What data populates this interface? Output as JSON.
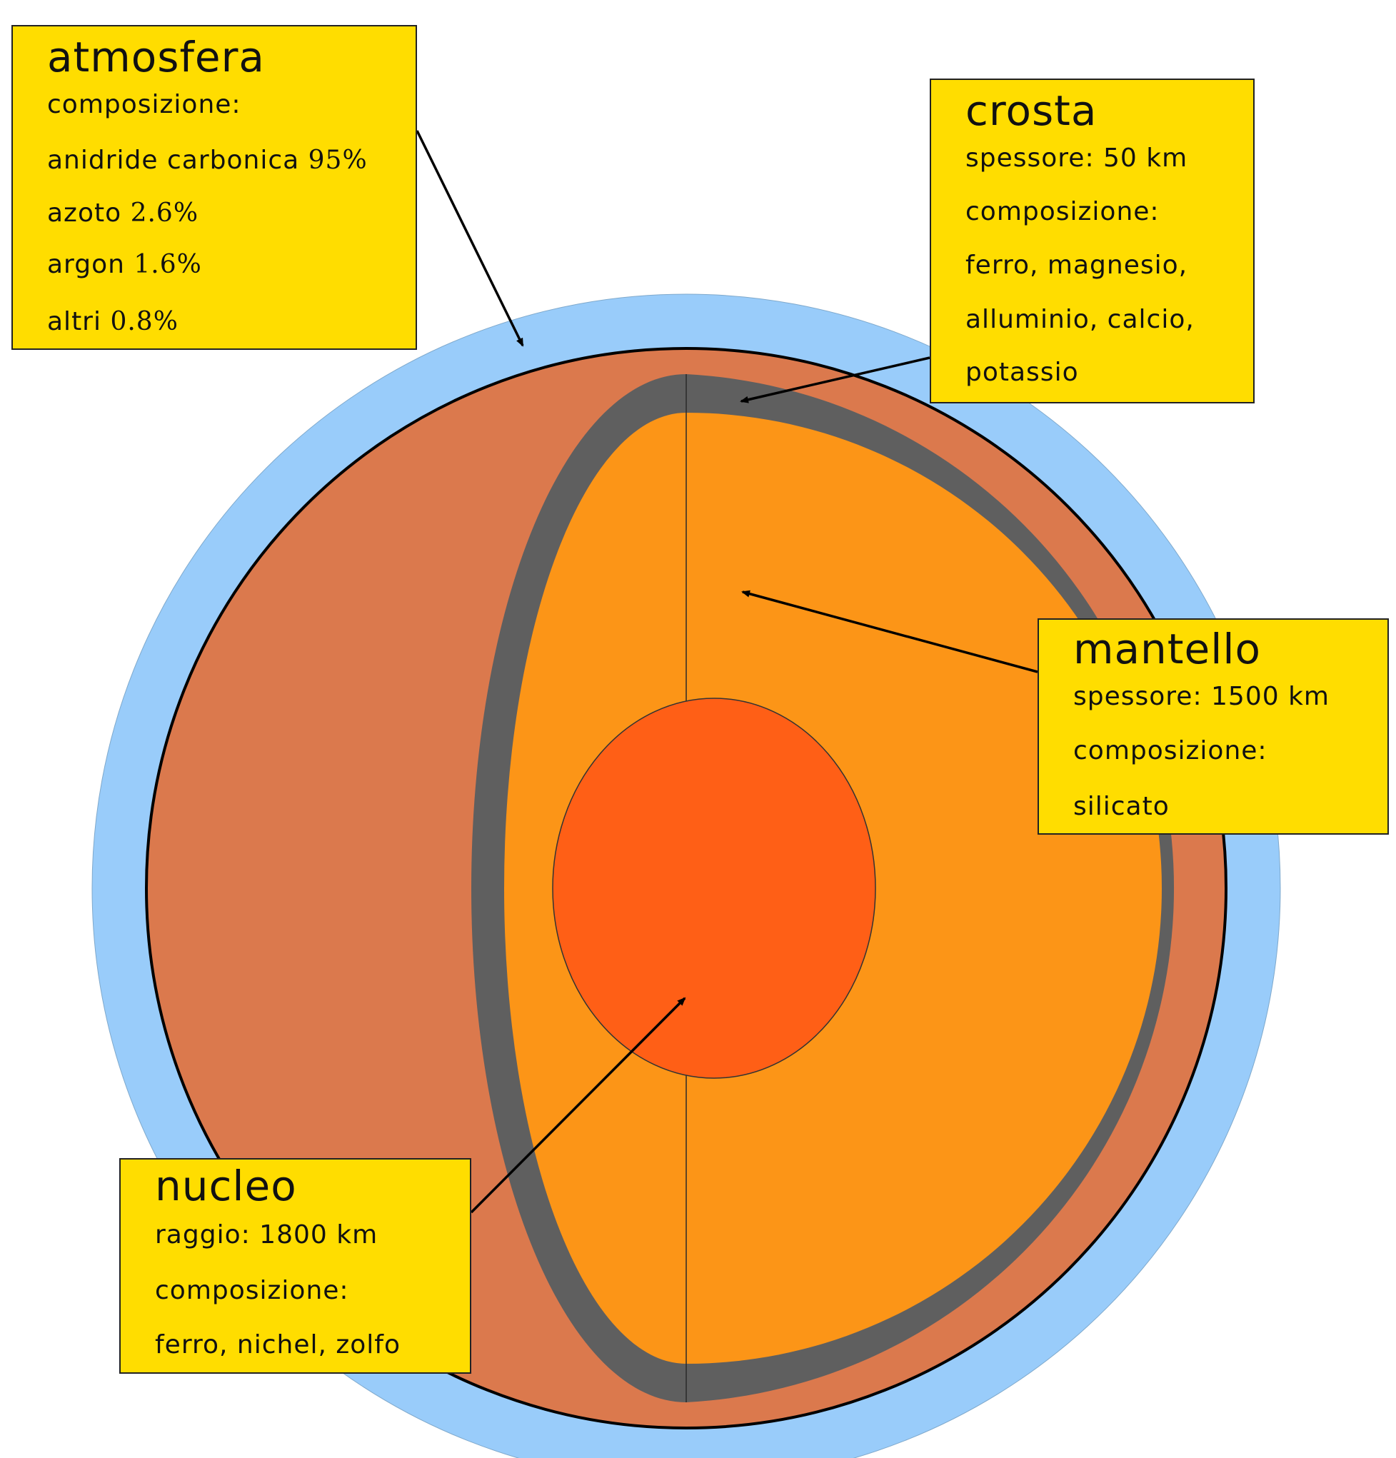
{
  "colors": {
    "atmosphere": "#99CCFA",
    "crust_surface": "#DB794D",
    "mantle_shell": "#5F5F5F",
    "mantle": "#FC9517",
    "core": "#FF5F16",
    "label_box": "#FFDD00"
  },
  "labels": {
    "atmosfera": {
      "title": "atmosfera",
      "lines": [
        {
          "text": "composizione:",
          "value": ""
        },
        {
          "text": "anidride carbonica",
          "value": "95%"
        },
        {
          "text": "azoto",
          "value": "2.6%"
        },
        {
          "text": "argon",
          "value": "1.6%"
        },
        {
          "text": "altri",
          "value": "0.8%"
        }
      ]
    },
    "crosta": {
      "title": "crosta",
      "lines": [
        "spessore: 50 km",
        "composizione:",
        "ferro, magnesio,",
        "alluminio, calcio,",
        "potassio"
      ]
    },
    "mantello": {
      "title": "mantello",
      "lines": [
        "spessore: 1500 km",
        "composizione:",
        "silicato"
      ]
    },
    "nucleo": {
      "title": "nucleo",
      "lines": [
        "raggio: 1800 km",
        "composizione:",
        "ferro, nichel, zolfo"
      ]
    }
  }
}
